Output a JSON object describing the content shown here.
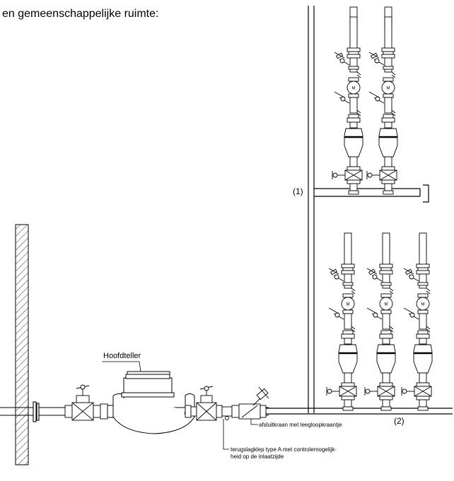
{
  "heading": "en gemeenschappelijke ruimte:",
  "labels": {
    "main_meter": "Hoofdteller",
    "shutoff": "afsluitkraan met leegloopkraantje",
    "check_valve_line1": "terugslagklep type A met controlemogelijk-",
    "check_valve_line2": "heid op de inlaatzijde",
    "ref_1": "(1)",
    "ref_2": "(2)"
  }
}
